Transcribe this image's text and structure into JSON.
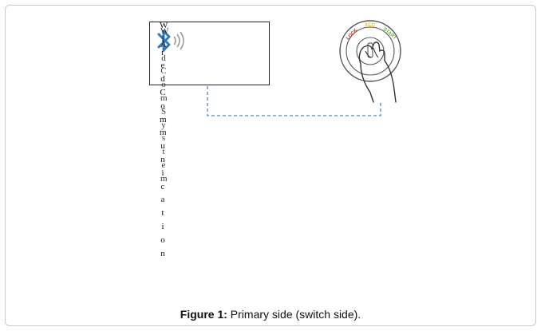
{
  "figure": {
    "caption_label": "Figure 1:",
    "caption_text": " Primary side (switch side)."
  },
  "device_labels": {
    "column_a": [
      "W",
      "i",
      "r",
      "e",
      "d",
      "C",
      "o",
      "m",
      "m",
      "u",
      "n",
      "i",
      "c",
      "a",
      "t",
      "i",
      "o",
      "n"
    ],
    "column_b": [
      "W",
      "A",
      "d",
      "C",
      "o",
      "m",
      "S",
      "y",
      "s",
      "t",
      "e",
      "m"
    ]
  },
  "dial": {
    "lock": "LOCK",
    "acc": "ACC",
    "start": "START",
    "lock_color": "#d4322f",
    "acc_color": "#e8c21a",
    "start_color": "#6fb13a"
  },
  "icons": [
    "bluetooth-icon",
    "wireless-signal-icon",
    "hand-turning-key-icon"
  ],
  "colors": {
    "bluetooth": "#2f78c4",
    "connector": "#4f86c6",
    "frame_border": "#c9c9c9"
  }
}
